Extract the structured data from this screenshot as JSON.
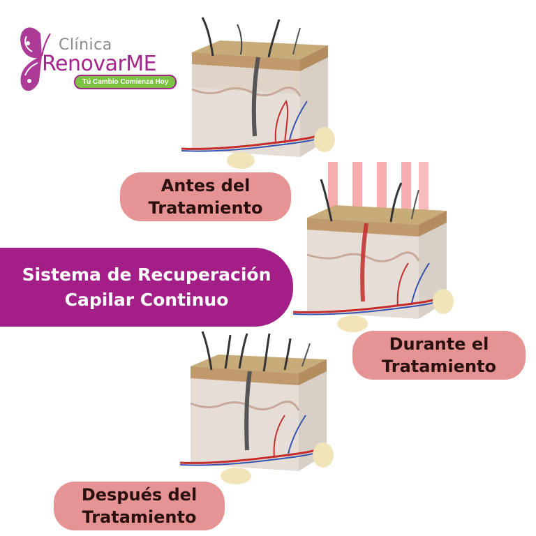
{
  "logo": {
    "clinic_word": "Clínica",
    "brand": "RenovarME",
    "tagline": "Tú Cambio Comienza Hoy",
    "icon": "butterfly-icon"
  },
  "banner": {
    "line1": "Sistema de Recuperación",
    "line2": "Capilar Continuo"
  },
  "stages": {
    "before": {
      "line1": "Antes del",
      "line2": "Tratamiento"
    },
    "during": {
      "line1": "Durante el",
      "line2": "Tratamiento"
    },
    "after": {
      "line1": "Después del",
      "line2": "Tratamiento"
    }
  },
  "colors": {
    "brand_purple": "#a31f87",
    "tagline_green": "#7cc242",
    "pill_pink": "#e59493",
    "laser_red": "#f06a6a"
  }
}
